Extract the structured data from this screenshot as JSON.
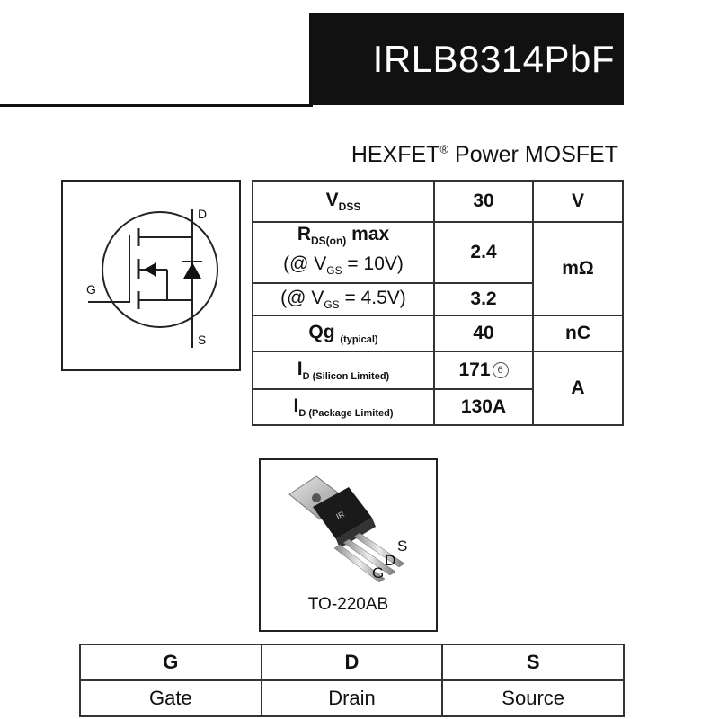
{
  "header": {
    "part_number": "IRLB8314PbF"
  },
  "subtitle": {
    "pre": "HEXFET",
    "reg": "®",
    "post": " Power MOSFET"
  },
  "symbol": {
    "drain": "D",
    "gate": "G",
    "source": "S"
  },
  "specs": {
    "vdss": {
      "sym": "V",
      "sub": "DSS",
      "value": "30",
      "unit": "V"
    },
    "rds": {
      "sym": "R",
      "sub": "DS(on)",
      "suffix": " max",
      "unit": "mΩ"
    },
    "rds_10": {
      "open": "(@ V",
      "sub": "GS",
      "close": " = 10V)",
      "value": "2.4"
    },
    "rds_45": {
      "open": "(@ V",
      "sub": "GS",
      "close": " = 4.5V)",
      "value": "3.2"
    },
    "qg": {
      "sym": "Qg",
      "sub": "(typical)",
      "value": "40",
      "unit": "nC"
    },
    "id_si": {
      "sym": "I",
      "sub": "D (Silicon Limited)",
      "value": "171",
      "note": "6"
    },
    "id_pkg": {
      "sym": "I",
      "sub": "D (Package Limited)",
      "value": "130A"
    },
    "id_unit": "A"
  },
  "package": {
    "name": "TO-220AB",
    "pin_labels": {
      "g": "G",
      "d": "D",
      "s": "S"
    }
  },
  "pins": {
    "headers": [
      "G",
      "D",
      "S"
    ],
    "names": [
      "Gate",
      "Drain",
      "Source"
    ]
  }
}
